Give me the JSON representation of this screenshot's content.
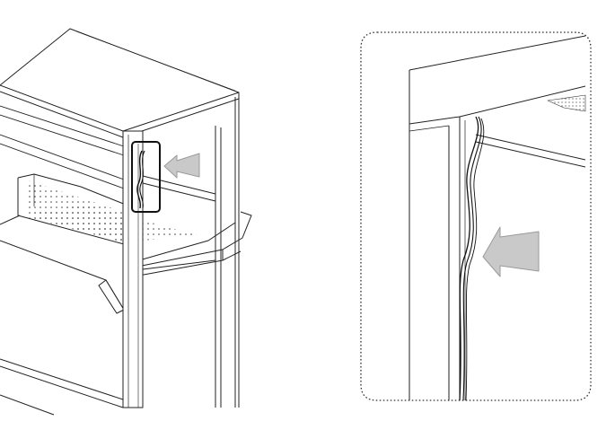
{
  "figure": {
    "type": "technical-line-illustration",
    "panels": [
      {
        "id": "overview",
        "subject": "cabinet-corner-with-shelf-and-highlighted-cable"
      },
      {
        "id": "detail",
        "subject": "magnified-cable-routing-behind-frame"
      }
    ],
    "colors": {
      "line": "#222222",
      "arrow_fill": "#c9c9c9",
      "arrow_stroke": "#9a9a9a",
      "cable": "#1a1a1a",
      "background": "#ffffff"
    },
    "icons": [
      "callout-arrow-icon",
      "callout-arrow-icon"
    ]
  }
}
